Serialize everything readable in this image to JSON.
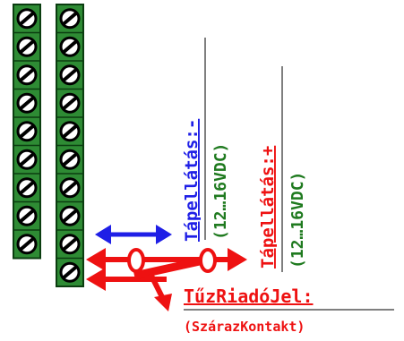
{
  "terminal_strips": {
    "left_count": 9,
    "right_count": 10,
    "colors": {
      "body": "#2e8b34",
      "border": "#0b3d10",
      "screw": "#ffffff",
      "slot": "#000000"
    }
  },
  "labels": {
    "negative_supply": {
      "title": "Tápellátás:-",
      "range": "(12…16VDC)"
    },
    "positive_supply": {
      "title": "Tápellátás:+",
      "range": "(12…16VDC)"
    },
    "fire_alarm": {
      "title": "TűzRiadóJel:",
      "subtitle": "(SzárazKontakt)"
    }
  },
  "colors": {
    "blue": "#1f1fe6",
    "red": "#ee1111",
    "green": "#1f7a1f",
    "divider": "#555555"
  }
}
